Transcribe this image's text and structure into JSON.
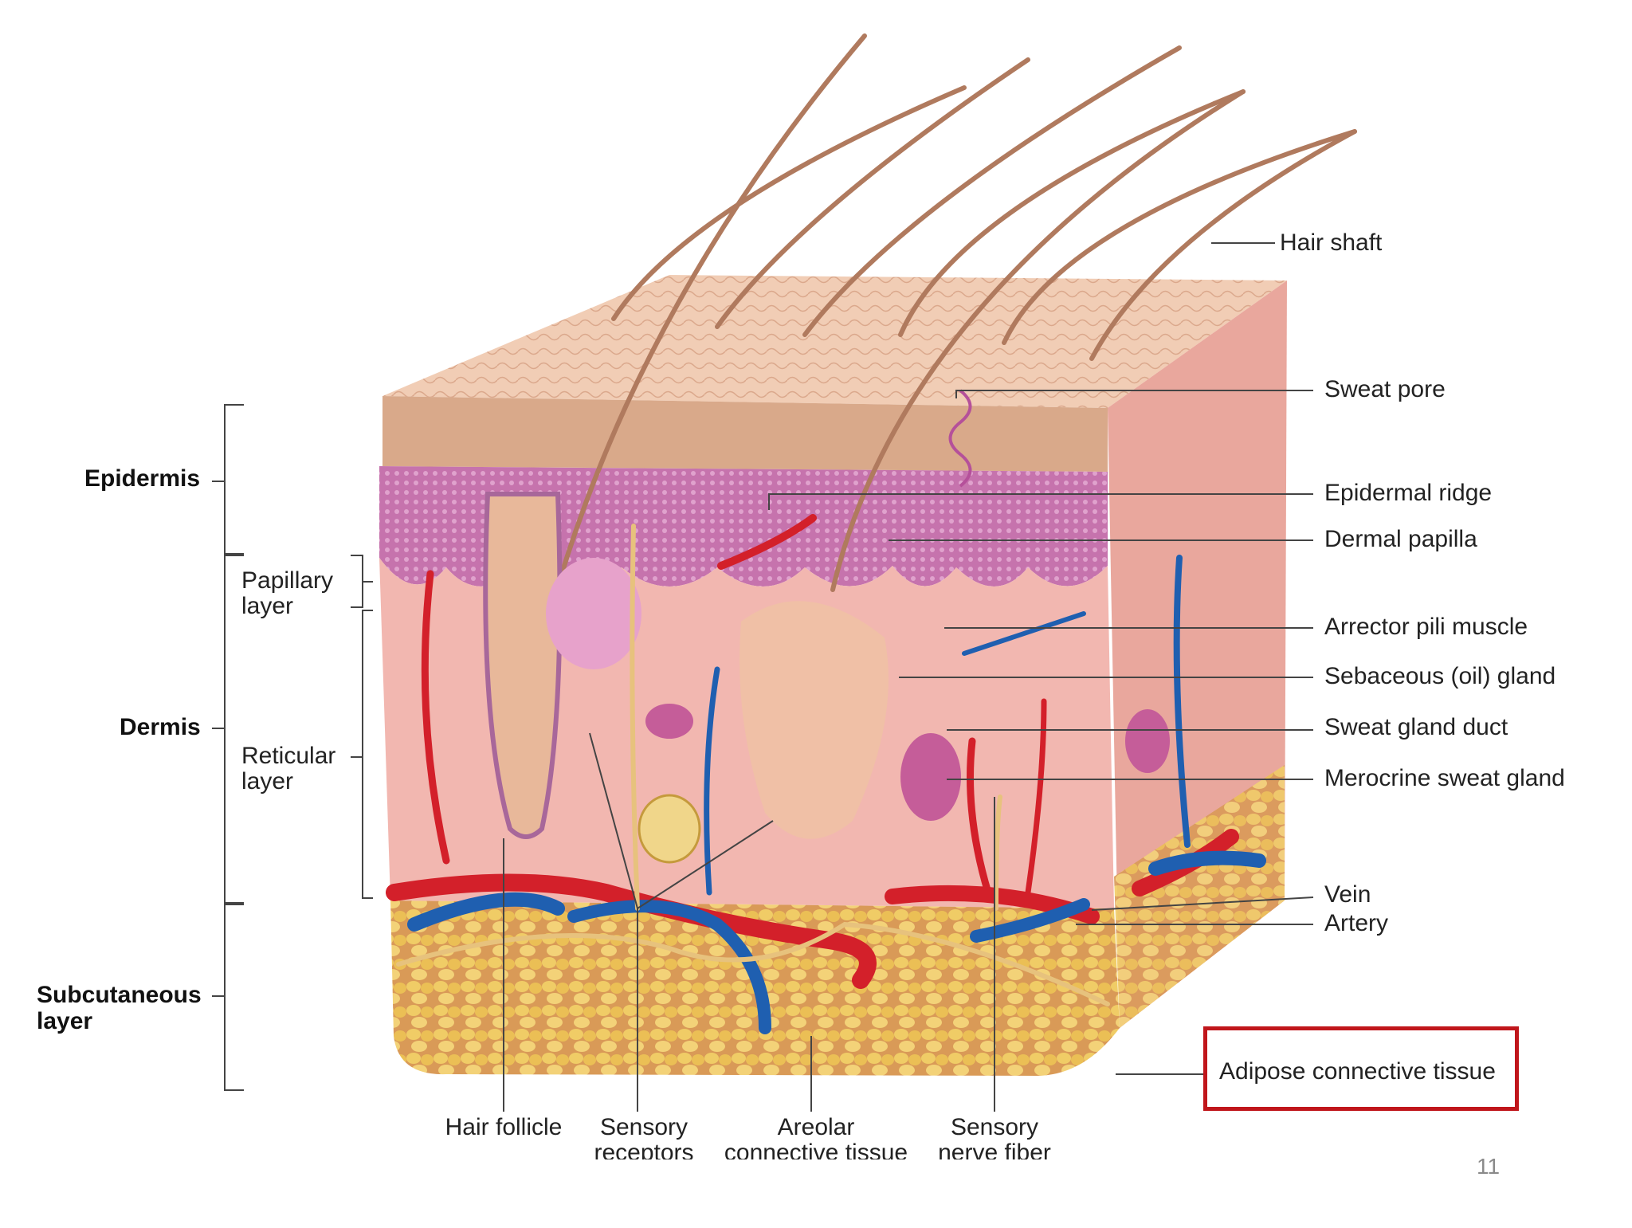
{
  "labels": {
    "layers": {
      "epidermis": "Epidermis",
      "dermis": "Dermis",
      "papillary_line1": "Papillary",
      "papillary_line2": "layer",
      "reticular_line1": "Reticular",
      "reticular_line2": "layer",
      "subcutaneous_line1": "Subcutaneous",
      "subcutaneous_line2": "layer"
    },
    "right": {
      "hair_shaft": "Hair shaft",
      "sweat_pore": "Sweat pore",
      "epidermal_ridge": "Epidermal ridge",
      "dermal_papilla": "Dermal papilla",
      "arrector_pili": "Arrector pili muscle",
      "sebaceous": "Sebaceous (oil) gland",
      "sweat_duct": "Sweat gland duct",
      "merocrine": "Merocrine sweat gland",
      "vein": "Vein",
      "artery": "Artery",
      "adipose": "Adipose connective tissue"
    },
    "bottom": {
      "hair_follicle": "Hair follicle",
      "sensory_receptors_1": "Sensory",
      "sensory_receptors_2": "receptors",
      "areolar_1": "Areolar",
      "areolar_2": "connective tissue",
      "sensory_nerve_1": "Sensory",
      "sensory_nerve_2": "nerve fiber"
    }
  },
  "slide_number": "11",
  "colors": {
    "highlight": "#c0161b",
    "artery": "#d3202a",
    "vein": "#1f5fb0",
    "adipose": "#e9c35a",
    "dermis": "#f2b7b0",
    "epidermis_top": "#e3b497",
    "stratum_basale": "#b45aa0"
  }
}
